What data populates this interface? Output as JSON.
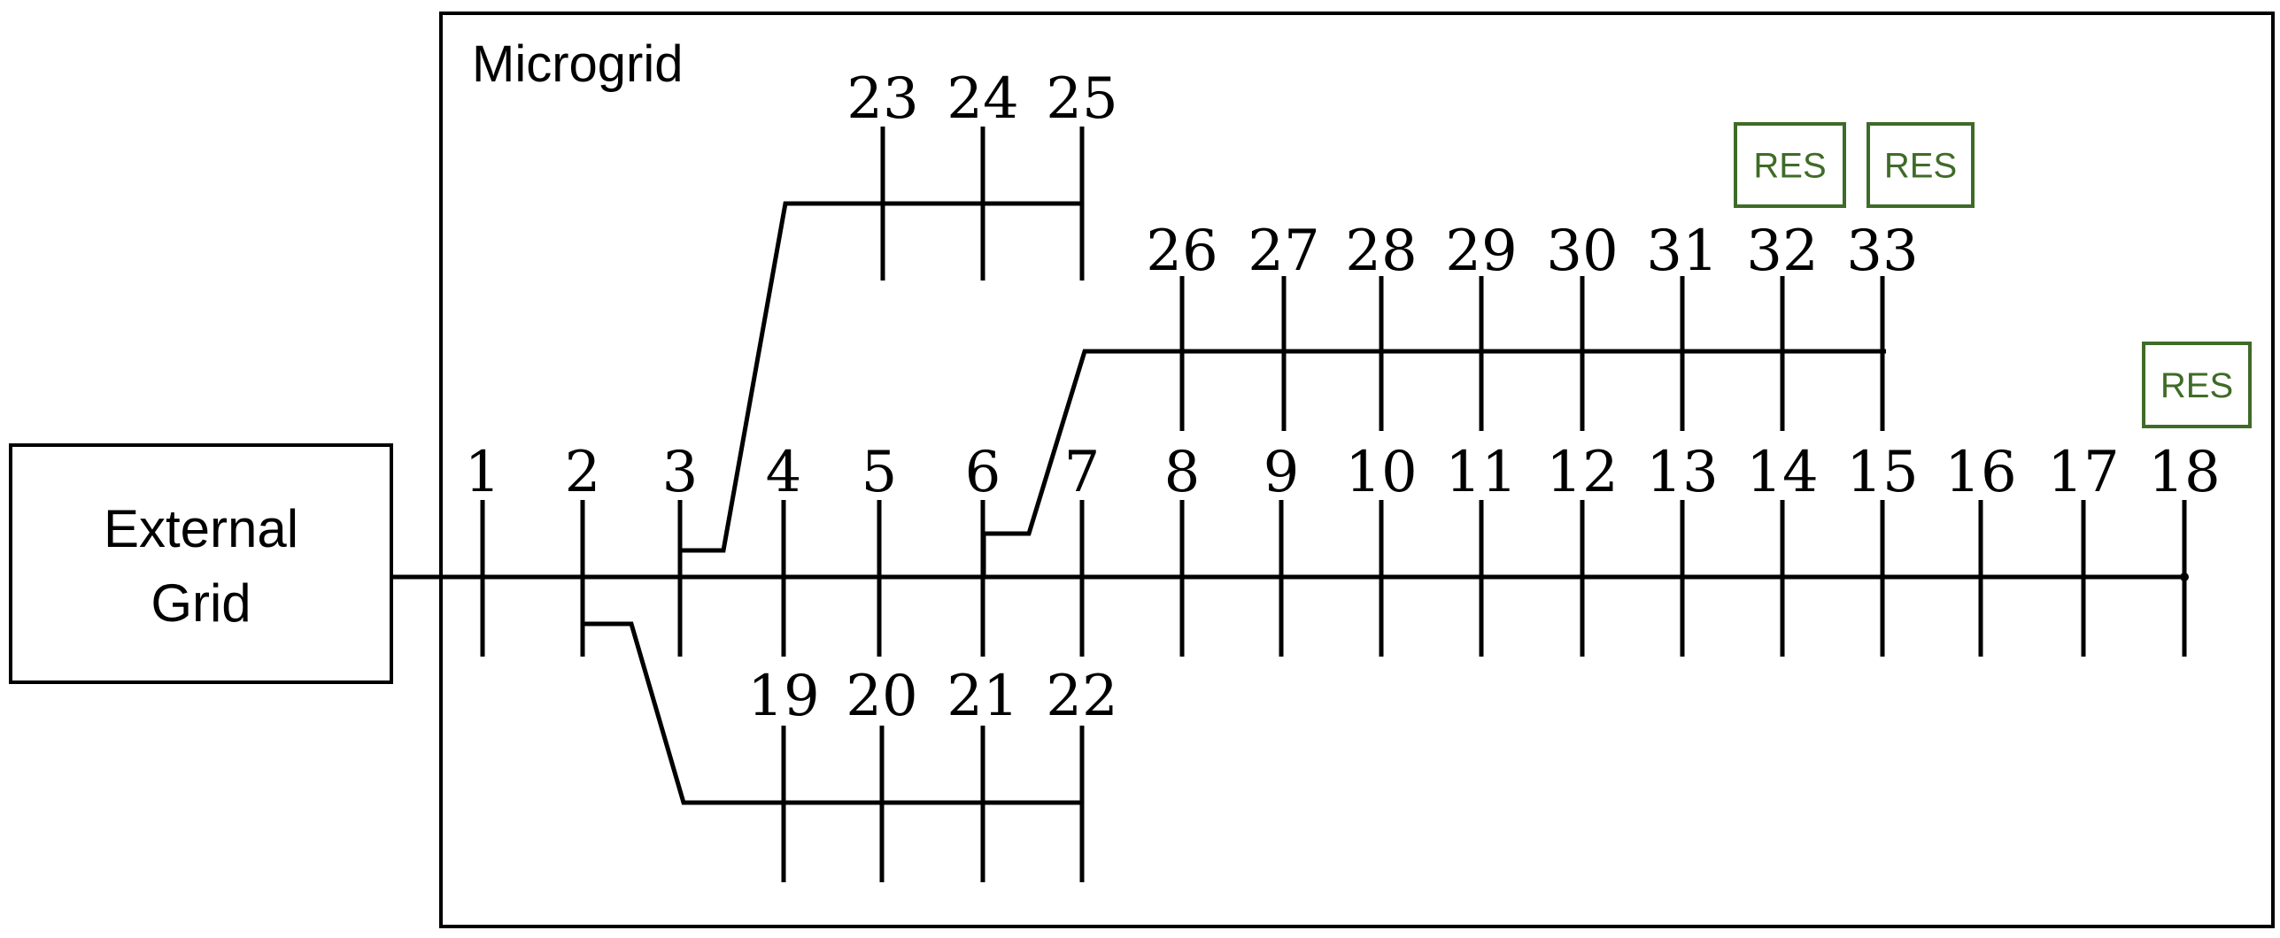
{
  "external_grid": {
    "line1": "External",
    "line2": "Grid"
  },
  "microgrid": {
    "title": "Microgrid"
  },
  "res_label": "RES",
  "res_color": "#3F6B28",
  "buses": {
    "main": [
      "1",
      "2",
      "3",
      "4",
      "5",
      "6",
      "7",
      "8",
      "9",
      "10",
      "11",
      "12",
      "13",
      "14",
      "15",
      "16",
      "17",
      "18"
    ],
    "lower": [
      "19",
      "20",
      "21",
      "22"
    ],
    "upper_left": [
      "23",
      "24",
      "25"
    ],
    "upper_right": [
      "26",
      "27",
      "28",
      "29",
      "30",
      "31",
      "32",
      "33"
    ]
  },
  "res_units": [
    "32",
    "33",
    "18"
  ]
}
